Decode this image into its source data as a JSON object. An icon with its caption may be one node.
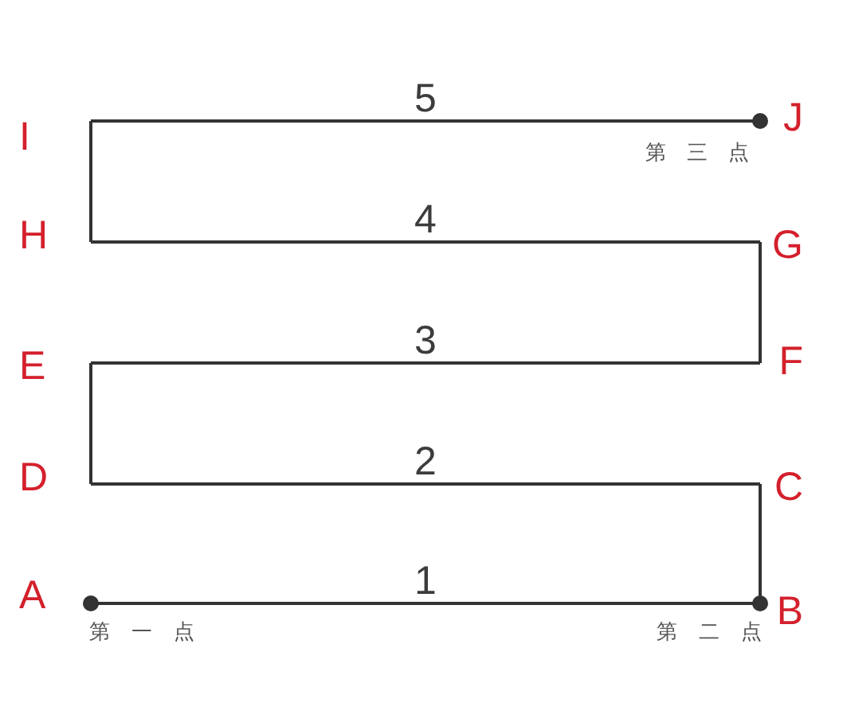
{
  "diagram": {
    "nodes": [
      {
        "text": [
          "A"
        ],
        "beside": [
          "第一点"
        ]
      },
      {
        "text": [
          "B"
        ],
        "beside": [
          "第二点"
        ]
      },
      {
        "text": [
          "C"
        ]
      },
      {
        "text": [
          "D"
        ]
      },
      {
        "text": [
          "E"
        ]
      },
      {
        "text": [
          "F"
        ]
      },
      {
        "text": [
          "G"
        ]
      },
      {
        "text": [
          "H"
        ]
      },
      {
        "text": [
          "I"
        ]
      },
      {
        "text": [
          "J"
        ],
        "beside": [
          "第三点"
        ]
      }
    ],
    "edges": [
      {
        "from": 0,
        "to": 1,
        "arrow": "none",
        "label": "1"
      },
      {
        "from": 1,
        "to": 2,
        "arrow": "none"
      },
      {
        "from": 2,
        "to": 3,
        "arrow": "none",
        "label": "2"
      },
      {
        "from": 3,
        "to": 4,
        "arrow": "none"
      },
      {
        "from": 4,
        "to": 5,
        "arrow": "none",
        "label": "3"
      },
      {
        "from": 5,
        "to": 6,
        "arrow": "none"
      },
      {
        "from": 6,
        "to": 7,
        "arrow": "none",
        "label": "4"
      },
      {
        "from": 7,
        "to": 8,
        "arrow": "none"
      },
      {
        "from": 8,
        "to": 9,
        "arrow": "none",
        "label": "5"
      }
    ]
  }
}
